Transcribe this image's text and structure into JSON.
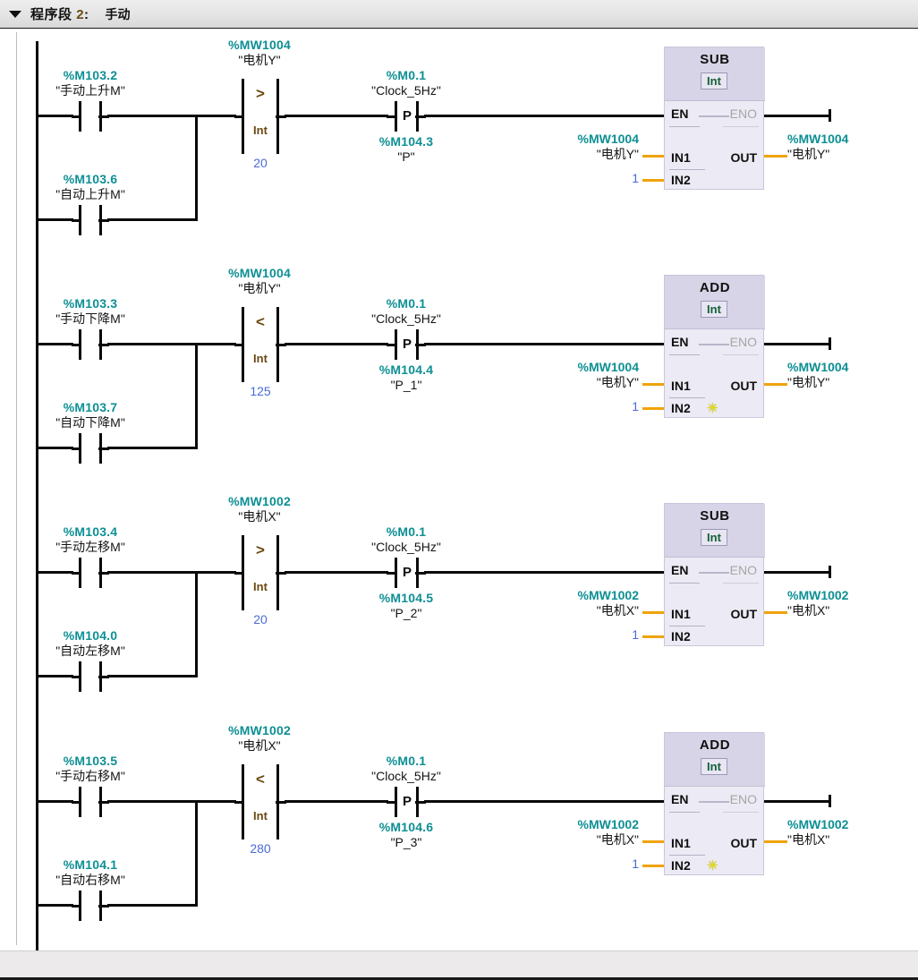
{
  "header": {
    "collapse_icon": "chevron-down-icon",
    "label": "程序段",
    "number": "2",
    "colon": ":",
    "comment": "手动"
  },
  "colors": {
    "address": "#0d8f94",
    "symbol": "#151515",
    "constant": "#4a6bd6",
    "operator": "#6b4a12",
    "wire": "#0a0a0a",
    "param_wire": "#f0a30a",
    "block_fill": "#eceaf4",
    "block_header": "#d6d4e6",
    "header_bar": "#e4e4e4"
  },
  "labels": {
    "en": "EN",
    "eno": "ENO",
    "in1": "IN1",
    "in2": "IN2",
    "out": "OUT",
    "p_glyph": "P",
    "int_type": "Int",
    "expand_star": "✳"
  },
  "rungs": [
    {
      "id": "rung-1",
      "branch_top": {
        "address": "%M103.2",
        "symbol": "\"手动上升M\""
      },
      "branch_bottom": {
        "address": "%M103.6",
        "symbol": "\"自动上升M\""
      },
      "compare": {
        "address": "%MW1004",
        "symbol": "\"电机Y\"",
        "operator": ">",
        "type": "Int",
        "constant": "20"
      },
      "edge": {
        "clock_address": "%M0.1",
        "clock_symbol": "\"Clock_5Hz\"",
        "glyph": "P",
        "memory_address": "%M104.3",
        "memory_symbol": "\"P\""
      },
      "block": {
        "name": "SUB",
        "type": "Int",
        "in1": {
          "address": "%MW1004",
          "symbol": "\"电机Y\""
        },
        "in2": {
          "value": "1"
        },
        "out": {
          "address": "%MW1004",
          "symbol": "\"电机Y\""
        },
        "has_expand_star": false
      }
    },
    {
      "id": "rung-2",
      "branch_top": {
        "address": "%M103.3",
        "symbol": "\"手动下降M\""
      },
      "branch_bottom": {
        "address": "%M103.7",
        "symbol": "\"自动下降M\""
      },
      "compare": {
        "address": "%MW1004",
        "symbol": "\"电机Y\"",
        "operator": "<",
        "type": "Int",
        "constant": "125"
      },
      "edge": {
        "clock_address": "%M0.1",
        "clock_symbol": "\"Clock_5Hz\"",
        "glyph": "P",
        "memory_address": "%M104.4",
        "memory_symbol": "\"P_1\""
      },
      "block": {
        "name": "ADD",
        "type": "Int",
        "in1": {
          "address": "%MW1004",
          "symbol": "\"电机Y\""
        },
        "in2": {
          "value": "1"
        },
        "out": {
          "address": "%MW1004",
          "symbol": "\"电机Y\""
        },
        "has_expand_star": true
      }
    },
    {
      "id": "rung-3",
      "branch_top": {
        "address": "%M103.4",
        "symbol": "\"手动左移M\""
      },
      "branch_bottom": {
        "address": "%M104.0",
        "symbol": "\"自动左移M\""
      },
      "compare": {
        "address": "%MW1002",
        "symbol": "\"电机X\"",
        "operator": ">",
        "type": "Int",
        "constant": "20"
      },
      "edge": {
        "clock_address": "%M0.1",
        "clock_symbol": "\"Clock_5Hz\"",
        "glyph": "P",
        "memory_address": "%M104.5",
        "memory_symbol": "\"P_2\""
      },
      "block": {
        "name": "SUB",
        "type": "Int",
        "in1": {
          "address": "%MW1002",
          "symbol": "\"电机X\""
        },
        "in2": {
          "value": "1"
        },
        "out": {
          "address": "%MW1002",
          "symbol": "\"电机X\""
        },
        "has_expand_star": false
      }
    },
    {
      "id": "rung-4",
      "branch_top": {
        "address": "%M103.5",
        "symbol": "\"手动右移M\""
      },
      "branch_bottom": {
        "address": "%M104.1",
        "symbol": "\"自动右移M\""
      },
      "compare": {
        "address": "%MW1002",
        "symbol": "\"电机X\"",
        "operator": "<",
        "type": "Int",
        "constant": "280"
      },
      "edge": {
        "clock_address": "%M0.1",
        "clock_symbol": "\"Clock_5Hz\"",
        "glyph": "P",
        "memory_address": "%M104.6",
        "memory_symbol": "\"P_3\""
      },
      "block": {
        "name": "ADD",
        "type": "Int",
        "in1": {
          "address": "%MW1002",
          "symbol": "\"电机X\""
        },
        "in2": {
          "value": "1"
        },
        "out": {
          "address": "%MW1002",
          "symbol": "\"电机X\""
        },
        "has_expand_star": true
      }
    }
  ]
}
